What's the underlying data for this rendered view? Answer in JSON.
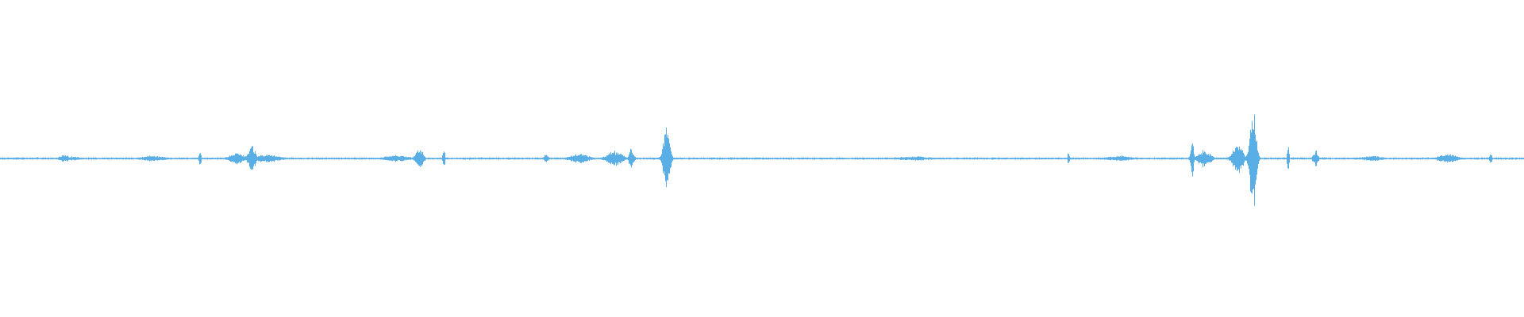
{
  "waveform": {
    "color": "#5aaee6",
    "background": "#ffffff",
    "duration_fraction_shown": 1,
    "bursts": [
      {
        "at": 0.042,
        "amp": 0.025,
        "spread": 0.004
      },
      {
        "at": 0.048,
        "amp": 0.015,
        "spread": 0.006
      },
      {
        "at": 0.1,
        "amp": 0.02,
        "spread": 0.01
      },
      {
        "at": 0.131,
        "amp": 0.075,
        "spread": 0.0008
      },
      {
        "at": 0.155,
        "amp": 0.04,
        "spread": 0.006
      },
      {
        "at": 0.165,
        "amp": 0.09,
        "spread": 0.003
      },
      {
        "at": 0.175,
        "amp": 0.03,
        "spread": 0.01
      },
      {
        "at": 0.26,
        "amp": 0.025,
        "spread": 0.01
      },
      {
        "at": 0.275,
        "amp": 0.075,
        "spread": 0.003
      },
      {
        "at": 0.291,
        "amp": 0.085,
        "spread": 0.0008
      },
      {
        "at": 0.358,
        "amp": 0.03,
        "spread": 0.002
      },
      {
        "at": 0.38,
        "amp": 0.035,
        "spread": 0.008
      },
      {
        "at": 0.403,
        "amp": 0.055,
        "spread": 0.006
      },
      {
        "at": 0.414,
        "amp": 0.065,
        "spread": 0.002
      },
      {
        "at": 0.437,
        "amp": 0.27,
        "spread": 0.0025
      },
      {
        "at": 0.6,
        "amp": 0.015,
        "spread": 0.015
      },
      {
        "at": 0.701,
        "amp": 0.045,
        "spread": 0.0008
      },
      {
        "at": 0.735,
        "amp": 0.02,
        "spread": 0.01
      },
      {
        "at": 0.782,
        "amp": 0.14,
        "spread": 0.0012
      },
      {
        "at": 0.79,
        "amp": 0.06,
        "spread": 0.005
      },
      {
        "at": 0.812,
        "amp": 0.11,
        "spread": 0.004
      },
      {
        "at": 0.822,
        "amp": 0.38,
        "spread": 0.0025
      },
      {
        "at": 0.845,
        "amp": 0.11,
        "spread": 0.0008
      },
      {
        "at": 0.863,
        "amp": 0.06,
        "spread": 0.002
      },
      {
        "at": 0.9,
        "amp": 0.02,
        "spread": 0.008
      },
      {
        "at": 0.95,
        "amp": 0.03,
        "spread": 0.008
      },
      {
        "at": 0.978,
        "amp": 0.045,
        "spread": 0.001
      }
    ]
  }
}
